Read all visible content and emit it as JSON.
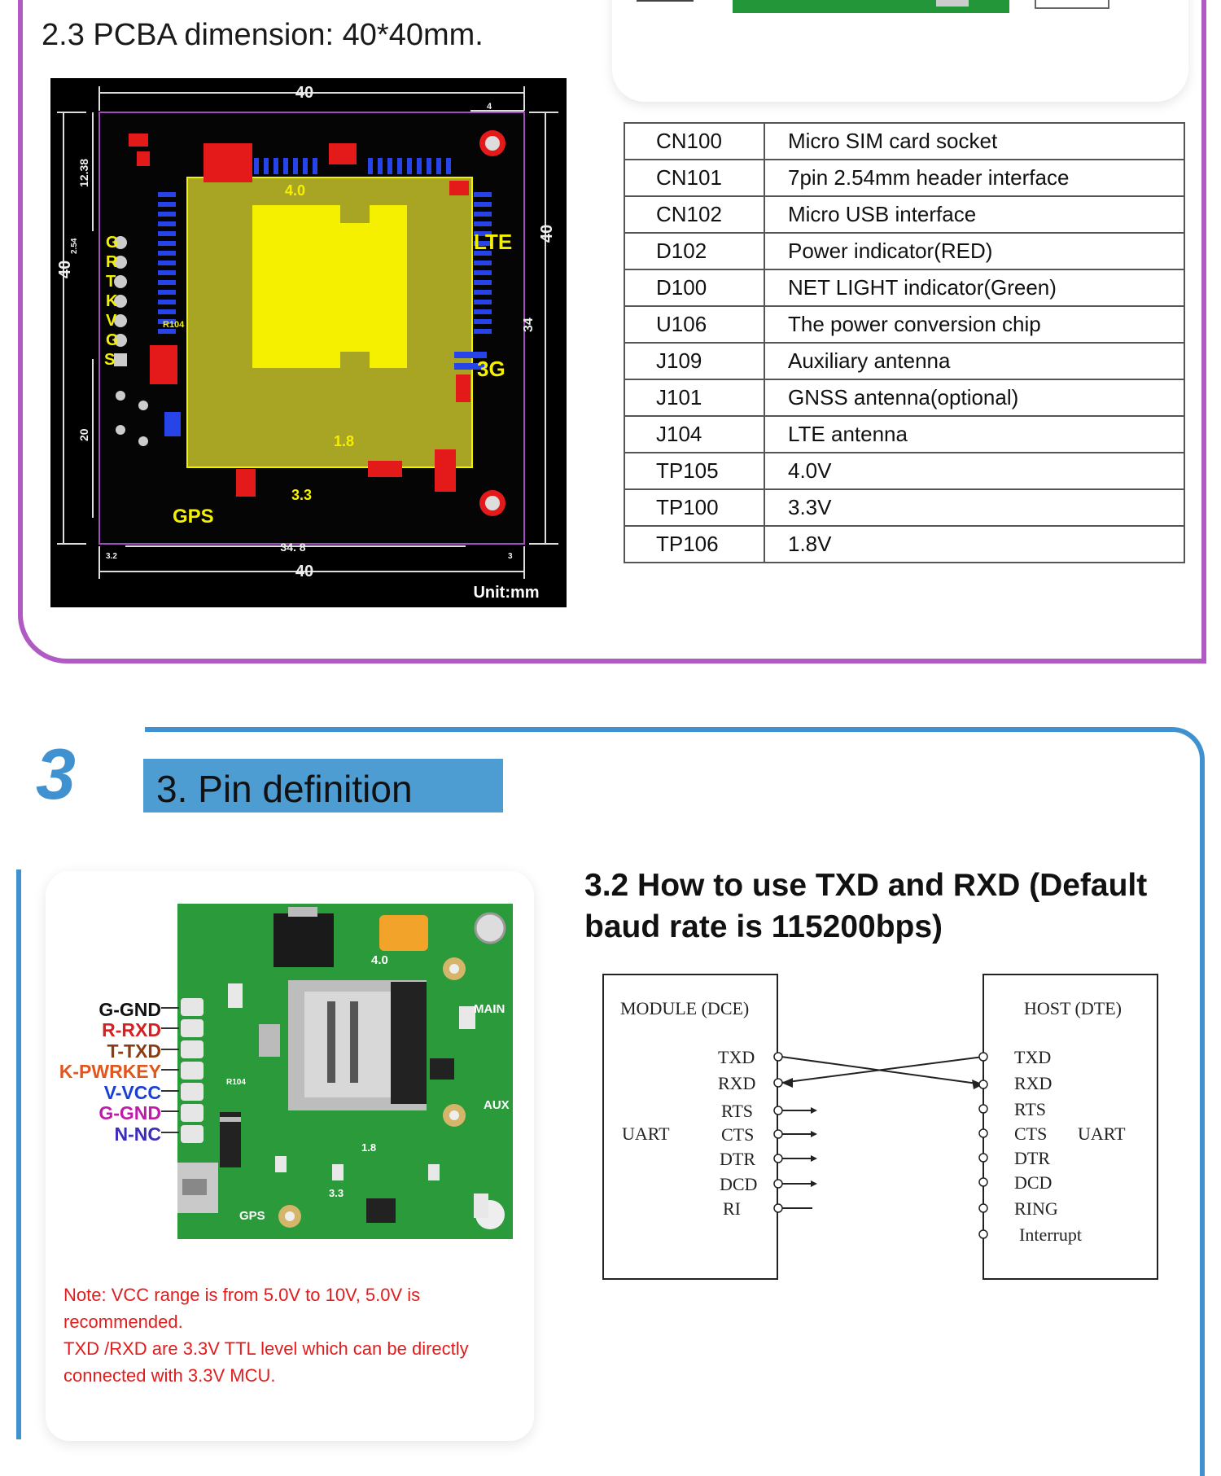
{
  "section_23": {
    "heading": "2.3 PCBA dimension: 40*40mm.",
    "pcb_image": {
      "dim_top": "40",
      "dim_bottom": "40",
      "dim_inner_bottom": "34. 8",
      "dim_left_outer": "40",
      "dim_left_top": "12.38",
      "dim_left_small": "2.54",
      "dim_left_bottom": "20",
      "dim_right_outer": "40",
      "dim_right_inner": "34",
      "dim_top_right": "4",
      "dim_small_a": "3.2",
      "dim_small_b": "3",
      "pin_letters": [
        "G",
        "R",
        "T",
        "K",
        "V",
        "G",
        "S"
      ],
      "label_lte": "LTE",
      "label_3g": "3G",
      "label_gps": "GPS",
      "label_40": "4.0",
      "label_18": "1.8",
      "label_33": "3.3",
      "label_r104": "R104",
      "unit": "Unit:mm"
    }
  },
  "component_table": [
    {
      "ref": "CN100",
      "desc": "Micro SIM card socket"
    },
    {
      "ref": "CN101",
      "desc": "7pin 2.54mm header interface"
    },
    {
      "ref": "CN102",
      "desc": "Micro USB interface"
    },
    {
      "ref": "D102",
      "desc": "Power indicator(RED)"
    },
    {
      "ref": "D100",
      "desc": "NET LIGHT indicator(Green)"
    },
    {
      "ref": "U106",
      "desc": "The power conversion chip"
    },
    {
      "ref": "J109",
      "desc": "Auxiliary antenna"
    },
    {
      "ref": "J101",
      "desc": "GNSS antenna(optional)"
    },
    {
      "ref": "J104",
      "desc": "LTE antenna"
    },
    {
      "ref": "TP105",
      "desc": "4.0V"
    },
    {
      "ref": "TP100",
      "desc": "3.3V"
    },
    {
      "ref": "TP106",
      "desc": "1.8V"
    }
  ],
  "section_3": {
    "number": "3",
    "title": "3. Pin definition",
    "pins": [
      {
        "label": "G-GND",
        "color": "#111111"
      },
      {
        "label": "R-RXD",
        "color": "#d81e1e"
      },
      {
        "label": "T-TXD",
        "color": "#8a3c12"
      },
      {
        "label": "K-PWRKEY",
        "color": "#e0561c"
      },
      {
        "label": "V-VCC",
        "color": "#1a3fd6"
      },
      {
        "label": "G-GND",
        "color": "#c21aa8"
      },
      {
        "label": "N-NC",
        "color": "#3a2dbd"
      }
    ],
    "board_labels": {
      "main": "MAIN",
      "aux": "AUX",
      "gps": "GPS",
      "v40": "4.0",
      "v18": "1.8",
      "v33": "3.3",
      "r104": "R104"
    },
    "note_line1": "Note: VCC range is from 5.0V to 10V, 5.0V is recommended.",
    "note_line2": "TXD /RXD are 3.3V TTL level which can be directly connected with 3.3V MCU.",
    "heading_32": "3.2 How to use TXD and RXD (Default baud rate is 115200bps)"
  },
  "uart_diagram": {
    "module_title": "MODULE (DCE)",
    "host_title": "HOST (DTE)",
    "uart_left": "UART",
    "uart_right": "UART",
    "module_pins": [
      "TXD",
      "RXD",
      "RTS",
      "CTS",
      "DTR",
      "DCD",
      "RI"
    ],
    "host_pins": [
      "TXD",
      "RXD",
      "RTS",
      "CTS",
      "DTR",
      "DCD",
      "RING",
      "Interrupt"
    ]
  }
}
